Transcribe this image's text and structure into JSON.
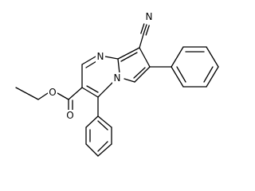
{
  "molecule": {
    "atom_labels": {
      "nitrile_n": "N",
      "ring_n_top": "N",
      "ring_n_bridge": "N",
      "ester_o_ether": "O",
      "ester_o_carbonyl": "O"
    }
  }
}
